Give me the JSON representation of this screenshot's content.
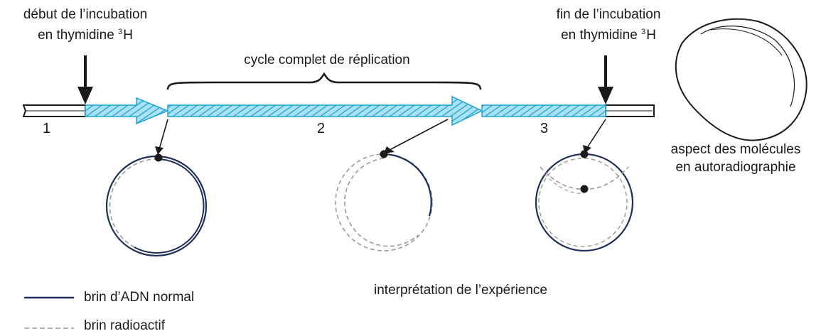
{
  "labels": {
    "start_line1": "début de l’incubation",
    "start_line2_prefix": "en thymidine ",
    "isotope_mass": "3",
    "isotope_symbol": "H",
    "end_line1": "fin de l’incubation",
    "end_line2_prefix": "en thymidine ",
    "cycle": "cycle complet de réplication",
    "step1": "1",
    "step2": "2",
    "step3": "3",
    "appearance_line1": "aspect des molécules",
    "appearance_line2": "en autoradiographie",
    "interpretation": "interprétation de l’expérience"
  },
  "legend": {
    "normal_strand": "brin d’ADN normal",
    "radioactive_strand": "brin radioactif"
  },
  "colors": {
    "radioactive_arrow_fill": "#7fd0ee",
    "radioactive_arrow_edge": "#1fa3d6",
    "normal_strand": "#1f2f5c",
    "radioactive_strand": "#9a9a9a",
    "ink": "#1a1a1a"
  }
}
